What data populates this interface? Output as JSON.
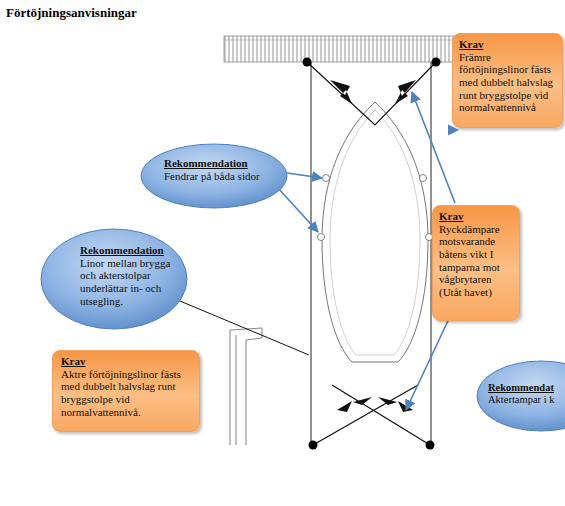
{
  "diagram": {
    "title": "Förtöjningsanvisningar",
    "nodes": [
      {
        "text": [
          "Krav",
          "Främre förtöjningslinor fästs med dubbelt halvslag runt bryggstolpe vid normalvattennivå"
        ]
      },
      {
        "text": [
          "Rekommendation",
          "Fendrar på båda sidor"
        ]
      },
      {
        "text": [
          "Krav",
          "Ryckdämpare motsvarande båtens vikt I tamparna mot vågbrytaren (Utåt havet)"
        ]
      },
      {
        "text": [
          "Rekommendation",
          "Linor mellan brygga och akterstolpar underlättar in- och utsegling."
        ]
      },
      {
        "text": [
          "Krav",
          "Aktre förtöjningslinor fästs med dubbelt halvslag runt bryggstolpe vid normalvattennivå."
        ]
      },
      {
        "text": [
          "Rekommendat",
          "Aktertampar i k"
        ]
      }
    ]
  }
}
